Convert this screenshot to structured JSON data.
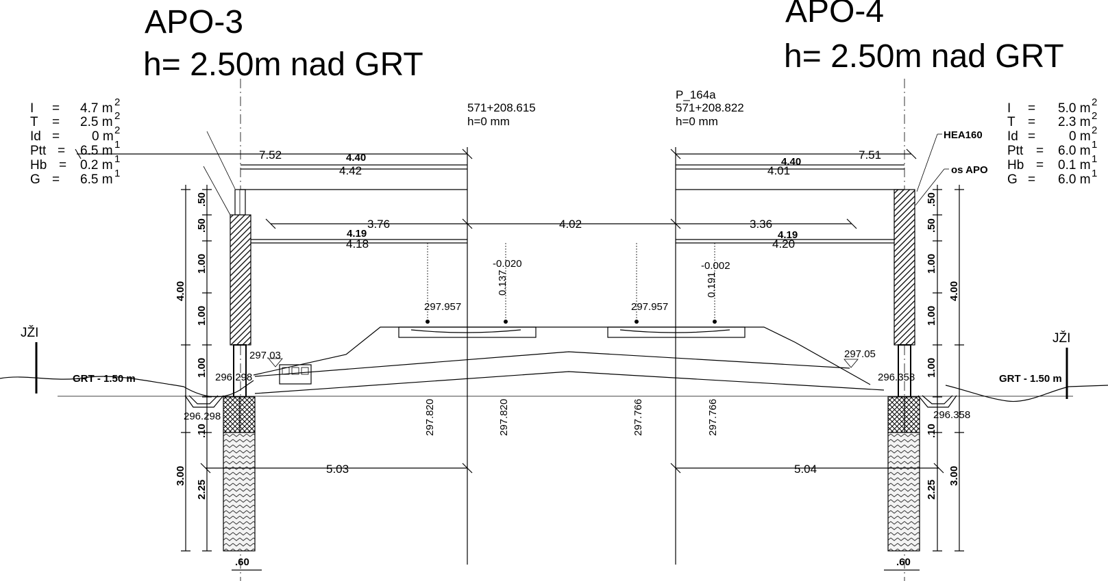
{
  "left": {
    "name": "APO-3",
    "height_label": "h= 2.50m nad GRT",
    "props": [
      {
        "key": "I",
        "eq": "=",
        "val": "4.7 m",
        "sup": "2"
      },
      {
        "key": "T",
        "eq": "=",
        "val": "2.5 m",
        "sup": "2"
      },
      {
        "key": "Id",
        "eq": "=",
        "val": "0 m",
        "sup": "2"
      },
      {
        "key": "Ptt",
        "eq": "=",
        "val": "6.5 m",
        "sup": "1"
      },
      {
        "key": "Hb",
        "eq": "=",
        "val": "0.2 m",
        "sup": "1"
      },
      {
        "key": "G",
        "eq": "=",
        "val": "6.5 m",
        "sup": "1"
      }
    ],
    "direction": "JŽI",
    "grt": "GRT - 1.50 m",
    "dims": {
      "top": "7.52",
      "w1": "4.42",
      "d1": "3.76",
      "d2": "4.18",
      "small1": "4.40",
      "small2": "4.19",
      "bottom": "5.03"
    },
    "elev": {
      "a": "297.03",
      "b": "296.298",
      "c": "296.298",
      "rail": "297.957",
      "v1": "297.820",
      "v2": "297.820",
      "off": "-0.020",
      "off2": "0.137"
    },
    "vert": {
      "h_total": "4.00",
      "s1": ".50",
      "s2": ".50",
      "s3": "1.00",
      "s4": "1.00",
      "s5": "1.00",
      "f1": ".10",
      "f_total": "3.00",
      "f2": "2.25",
      "width": ".60"
    }
  },
  "right": {
    "name": "APO-4",
    "height_label": "h= 2.50m nad GRT",
    "props": [
      {
        "key": "I",
        "eq": "=",
        "val": "5.0 m",
        "sup": "2"
      },
      {
        "key": "T",
        "eq": "=",
        "val": "2.3 m",
        "sup": "2"
      },
      {
        "key": "Id",
        "eq": "=",
        "val": "0 m",
        "sup": "2"
      },
      {
        "key": "Ptt",
        "eq": "=",
        "val": "6.0 m",
        "sup": "1"
      },
      {
        "key": "Hb",
        "eq": "=",
        "val": "0.1 m",
        "sup": "1"
      },
      {
        "key": "G",
        "eq": "=",
        "val": "6.0 m",
        "sup": "1"
      }
    ],
    "direction": "JŽI",
    "grt": "GRT - 1.50 m",
    "hea": "HEA160",
    "os": "os APO",
    "dims": {
      "top": "7.51",
      "w1": "4.01",
      "d1": "3.36",
      "d2": "4.20",
      "small1": "4.40",
      "small2": "4.19",
      "bottom": "5.04"
    },
    "elev": {
      "a": "297.05",
      "b": "296.358",
      "c": "296.358",
      "rail": "297.957",
      "v1": "297.766",
      "v2": "297.766",
      "off": "-0.002",
      "off2": "0.191"
    },
    "vert": {
      "h_total": "4.00",
      "s1": ".50",
      "s2": ".50",
      "s3": "1.00",
      "s4": "1.00",
      "s5": "1.00",
      "f1": ".10",
      "f_total": "3.00",
      "f2": "2.25",
      "width": ".60"
    }
  },
  "center": {
    "track_gap": "4.02",
    "station_left": "571+208.615",
    "h_left": "h=0 mm",
    "profile": "P_164a",
    "station_right": "571+208.822",
    "h_right": "h=0 mm"
  }
}
